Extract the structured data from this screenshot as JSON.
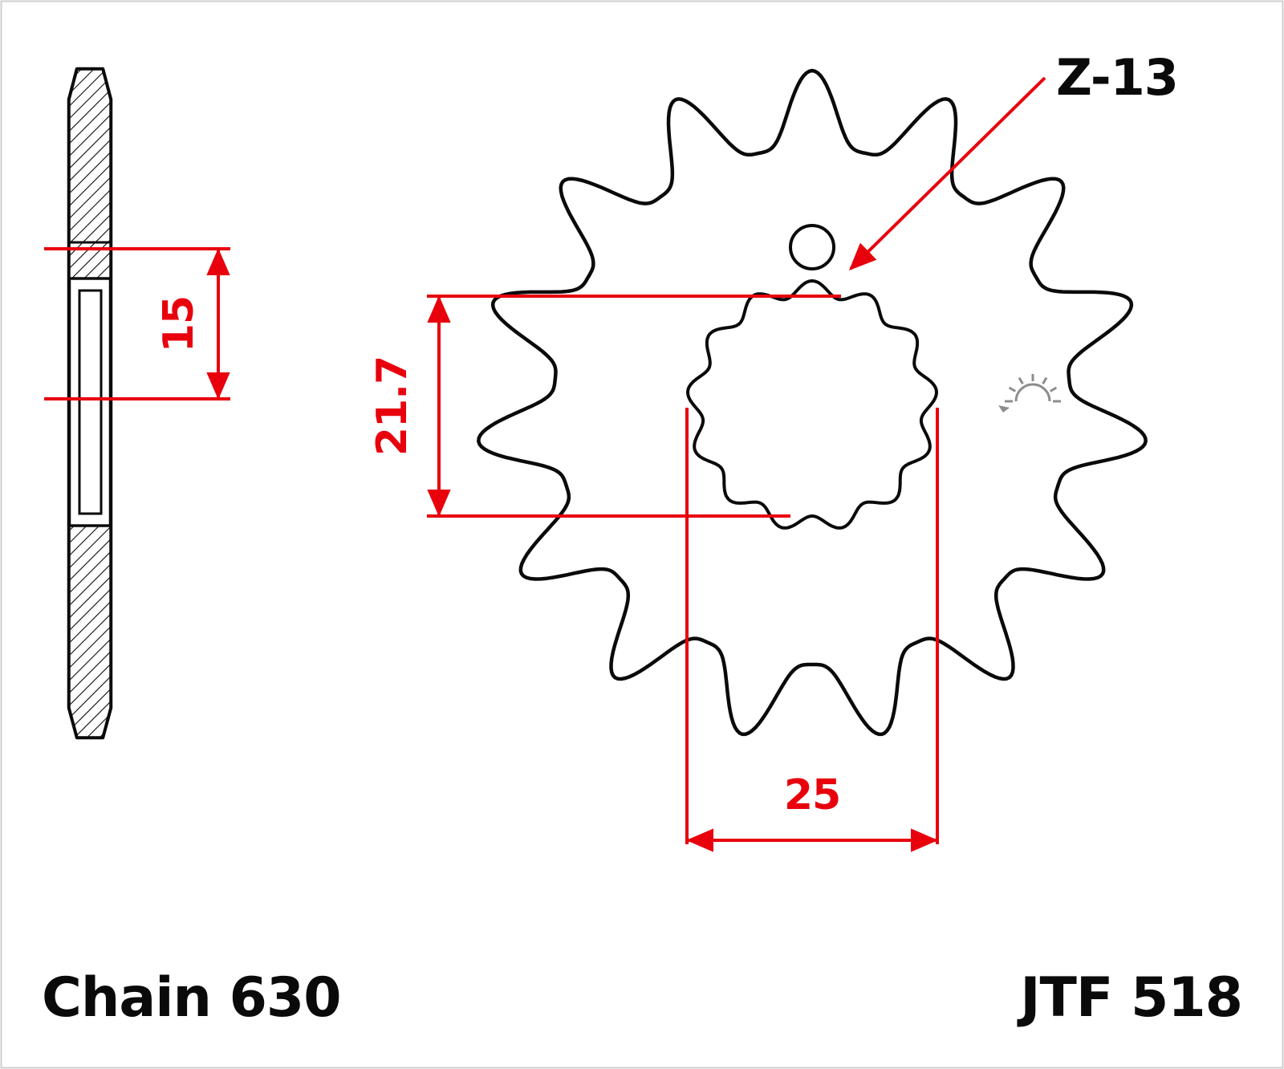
{
  "labels": {
    "chain": "Chain 630",
    "part_number": "JTF 518",
    "teeth_callout": "Z-13"
  },
  "dimensions": {
    "hub_offset_mm": "15",
    "spline_minor_diameter_mm": "21.7",
    "spline_major_diameter_mm": "25"
  },
  "colors": {
    "dimension_red": "#e8000d",
    "outline_black": "#0a0a0a",
    "marking_gray": "#8d8d8d"
  },
  "icons": {
    "sun_marking": "sun-with-rays-icon"
  }
}
